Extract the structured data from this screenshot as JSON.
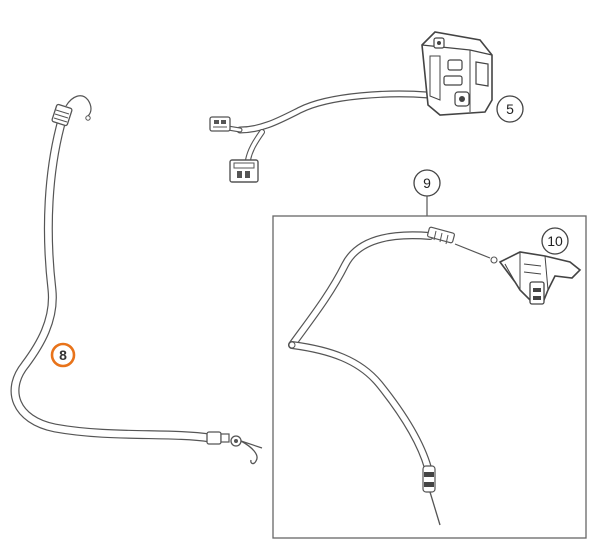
{
  "callouts": [
    {
      "id": "5",
      "label": "5",
      "highlighted": false
    },
    {
      "id": "8",
      "label": "8",
      "highlighted": true
    },
    {
      "id": "9",
      "label": "9",
      "highlighted": false
    },
    {
      "id": "10",
      "label": "10",
      "highlighted": false
    }
  ],
  "colors": {
    "line": "#555555",
    "cable_fill": "#ffffff",
    "highlight": "#e8731a",
    "callout_border": "#444444",
    "inset_border": "#666666"
  },
  "icons": [
    "handlebar-switch-icon",
    "connector-plug-icon",
    "lever-switch-icon",
    "cable-end-fitting-icon"
  ]
}
